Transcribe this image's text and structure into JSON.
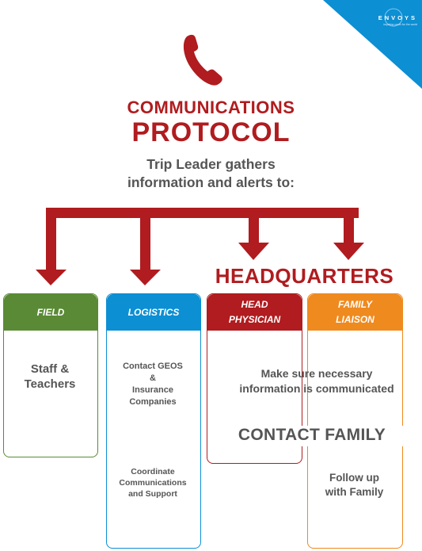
{
  "brand": {
    "name": "ENVOYS",
    "tagline": "inspiring youth for the world"
  },
  "title": {
    "line1": "COMMUNICATIONS",
    "line2": "PROTOCOL"
  },
  "intro": {
    "line1": "Trip Leader gathers",
    "line2": "information and alerts to:"
  },
  "headquarters_label": "HEADQUARTERS",
  "field": {
    "header": "FIELD",
    "body_line1": "Staff &",
    "body_line2": "Teachers"
  },
  "logistics": {
    "header": "LOGISTICS",
    "step1": [
      "Contact GEOS",
      "&",
      "Insurance",
      "Companies"
    ],
    "step2": [
      "Coordinate",
      "Communications",
      "and Support"
    ]
  },
  "head_physician": {
    "header_line1": "HEAD",
    "header_line2": "PHYSICIAN"
  },
  "family_liaison": {
    "header_line1": "FAMILY",
    "header_line2": "LIAISON"
  },
  "shared": {
    "line1": "Make sure necessary",
    "line2": "information is communicated",
    "contact": "CONTACT FAMILY"
  },
  "follow_up": {
    "line1": "Follow up",
    "line2": "with Family"
  },
  "colors": {
    "red": "#b01c1f",
    "green": "#5a8a35",
    "blue": "#0c8fd3",
    "orange": "#ef8a1f",
    "gray": "#555555"
  }
}
